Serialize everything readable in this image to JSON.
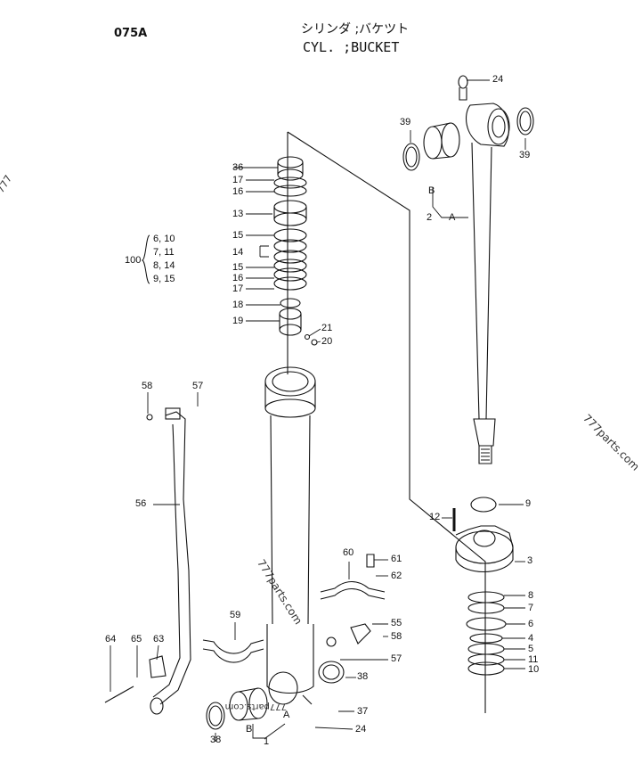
{
  "header": {
    "code": "075A",
    "title_jp": "シリンダ ;バケツト",
    "title_en": "CYL. ;BUCKET"
  },
  "group_100": {
    "label": "100",
    "rows": [
      "6, 10",
      "7, 11",
      "8, 14",
      "9, 15"
    ]
  },
  "labels": {
    "l24a": "24",
    "l39a": "39",
    "l39b": "39",
    "lB1": "B",
    "l2": "2",
    "lA1": "A",
    "l36": "36",
    "l17a": "17",
    "l16a": "16",
    "l13": "13",
    "l15a": "15",
    "l14": "14",
    "l15b": "15",
    "l16b": "16",
    "l17b": "17",
    "l18": "18",
    "l19": "19",
    "l21": "21",
    "l20": "20",
    "l58a": "58",
    "l57a": "57",
    "l56": "56",
    "l9": "9",
    "l12": "12",
    "l3": "3",
    "l60": "60",
    "l61": "61",
    "l62": "62",
    "l59": "59",
    "l55": "55",
    "l58b": "58",
    "l57b": "57",
    "l64": "64",
    "l65": "65",
    "l63": "63",
    "l38a": "38",
    "l38b": "38",
    "l37": "37",
    "l24b": "24",
    "lB2": "B",
    "lA2": "A",
    "l1": "1",
    "l8": "8",
    "l7": "7",
    "l6": "6",
    "l4": "4",
    "l5": "5",
    "l11": "11",
    "l10": "10"
  },
  "watermarks": {
    "wm1": "777parts.com",
    "wm2": "777parts.com",
    "wm3": "777parts.com",
    "wm4": "777"
  }
}
